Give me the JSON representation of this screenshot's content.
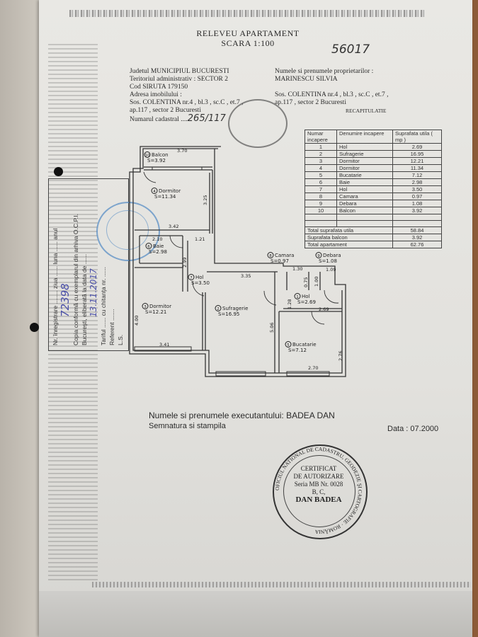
{
  "header": {
    "title": "RELEVEU APARTAMENT",
    "scale": "SCARA 1:100",
    "handwritten_number": "56017"
  },
  "info_left": {
    "judet": "Judetul MUNICIPIUL BUCURESTI",
    "teritoriu": "Teritoriul administrativ : SECTOR 2",
    "cod_siruta": "Cod SIRUTA 179150",
    "adresa_label": "Adresa imobilului :",
    "adresa_1": "Sos. COLENTINA nr.4 , bl.3 , sc.C , et.7 ,",
    "adresa_2": "ap.117 , sector 2 Bucuresti",
    "cadastral_label": "Numarul cadastral ....",
    "cadastral_value": "265/117"
  },
  "info_right": {
    "owners_label": "Numele si prenumele proprietarilor :",
    "owner": "MARINESCU  SILVIA",
    "adresa_1": "Sos. COLENTINA nr.4 , bl.3 , sc.C , et.7 ,",
    "adresa_2": "ap.117 , sector 2 Bucuresti",
    "recap_title": "RECAPITULATIE"
  },
  "recap_table": {
    "headers": [
      "Numar incapere",
      "Denumire incapere",
      "Suprafata utila ( mp )"
    ],
    "rows": [
      [
        "1",
        "Hol",
        "2.69"
      ],
      [
        "2",
        "Sufragerie",
        "16.95"
      ],
      [
        "3",
        "Dormitor",
        "12.21"
      ],
      [
        "4",
        "Dormitor",
        "11.34"
      ],
      [
        "5",
        "Bucatarie",
        "7.12"
      ],
      [
        "6",
        "Baie",
        "2.98"
      ],
      [
        "7",
        "Hol",
        "3.50"
      ],
      [
        "8",
        "Camara",
        "0.97"
      ],
      [
        "9",
        "Debara",
        "1.08"
      ],
      [
        "10",
        "Balcon",
        "3.92"
      ]
    ],
    "totals": [
      [
        "Total suprafata utila",
        "58.84"
      ],
      [
        "Suprafata    balcon",
        "3.92"
      ],
      [
        "Total apartament",
        "62.76"
      ]
    ]
  },
  "floor_plan": {
    "rooms": [
      {
        "num": "10",
        "name": "Balcon",
        "area": "S=3.92"
      },
      {
        "num": "4",
        "name": "Dormitor",
        "area": "S=11.34"
      },
      {
        "num": "6",
        "name": "Baie",
        "area": "S=2.98"
      },
      {
        "num": "7",
        "name": "Hol",
        "area": "S=3.50"
      },
      {
        "num": "3",
        "name": "Dormitor",
        "area": "S=12.21"
      },
      {
        "num": "2",
        "name": "Sufragerie",
        "area": "S=16.95"
      },
      {
        "num": "8",
        "name": "Camara",
        "area": "S=0.97"
      },
      {
        "num": "9",
        "name": "Debara",
        "area": "S=1.08"
      },
      {
        "num": "1",
        "name": "Hol",
        "area": "S=2.69"
      },
      {
        "num": "5",
        "name": "Bucatarie",
        "area": "S=7.12"
      }
    ],
    "dimensions": {
      "balcon_w": "3.70",
      "dorm4_w": "3.42",
      "dorm4_h": "3.25",
      "baie_w": "2.10",
      "hol7_w": "1.21",
      "hol7_h": "2.99",
      "dorm3_h": "4.00",
      "dorm3_w": "3.41",
      "suf_w": "3.35",
      "suf_h": "5.06",
      "camara_w": "1.30",
      "camara_h": "0.75",
      "debara_w": "1.09",
      "debara_h": "1.00",
      "hol1_h": "1.28",
      "hol1_w": "2.69",
      "buc_h": "2.76",
      "buc_w": "2.70"
    }
  },
  "side_stamp": {
    "lines": [
      "Nr. înregistrare ........ ziua ...... luna ...... anul",
      "Copia conformă cu exemplarul din arhiva O.C.P.I.",
      "Bucureşti, eliberată la data de ......",
      "Tariful ...... cu chitanţa nr. ......",
      "Referent .......",
      "L.S."
    ],
    "handwritten_nr": "72398",
    "handwritten_date": "13.11.2017"
  },
  "footer": {
    "executant": "Numele si prenumele executantului: BADEA DAN",
    "semnatura": "Semnatura si stampila",
    "data": "Data :  07.2000"
  },
  "seal": {
    "ring": "OFICIUL NATIONAL DE CADASTRU, GEODEZIE ŞI CARTOGRAFIE · ROMÂNIA",
    "line1": "CERTIFICAT",
    "line2": "DE AUTORIZARE",
    "line3": "Seria MB Nr. 0028",
    "line4": "B, C,",
    "name": "DAN BADEA"
  }
}
